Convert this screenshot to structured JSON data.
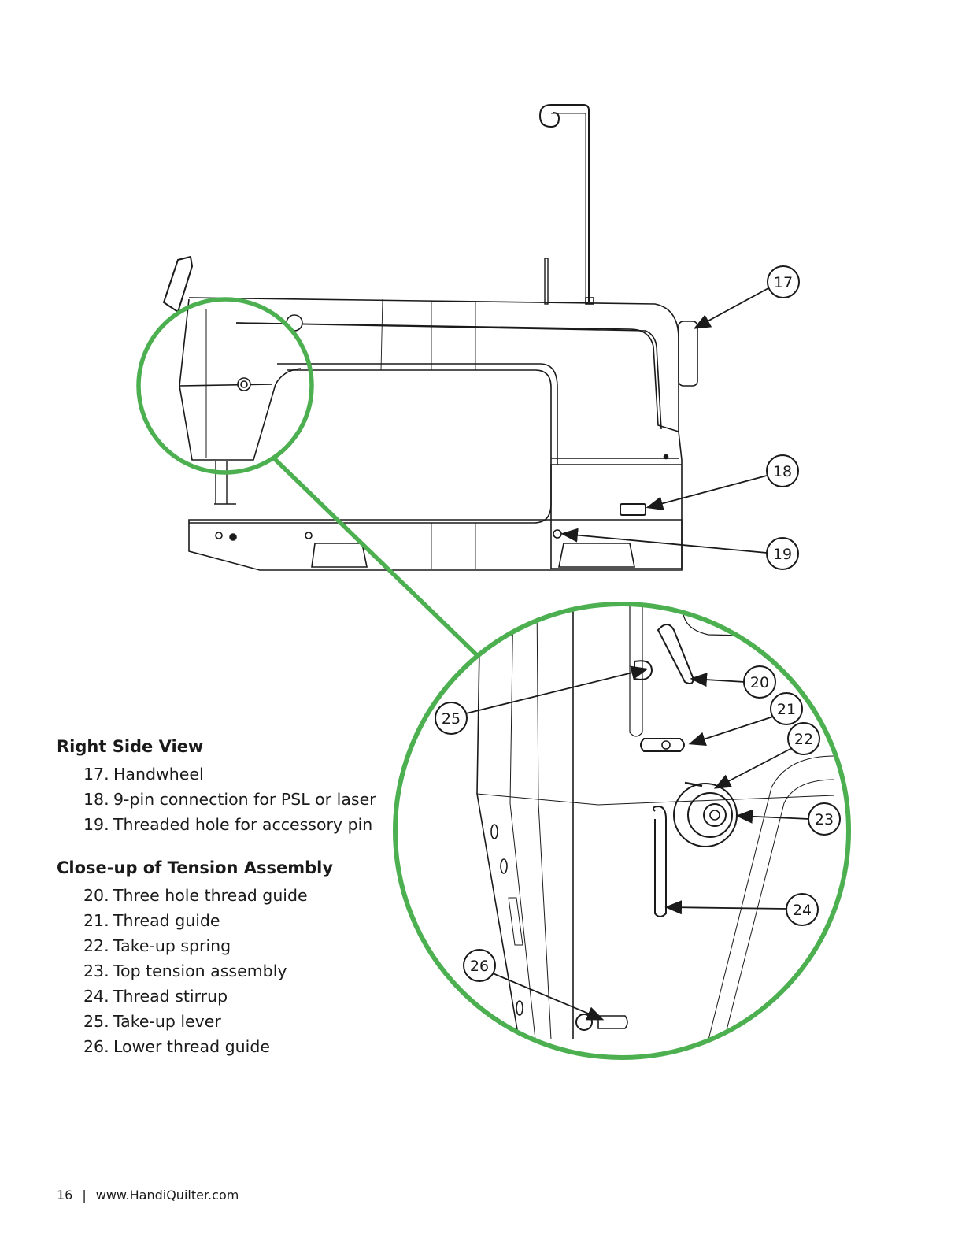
{
  "callouts": {
    "c17": "17",
    "c18": "18",
    "c19": "19",
    "c20": "20",
    "c21": "21",
    "c22": "22",
    "c23": "23",
    "c24": "24",
    "c25": "25",
    "c26": "26"
  },
  "legend": {
    "right_side": {
      "heading": "Right Side View",
      "items": [
        {
          "num": "17.",
          "label": "Handwheel"
        },
        {
          "num": "18.",
          "label": "9-pin connection for PSL or laser"
        },
        {
          "num": "19.",
          "label": "Threaded hole for accessory pin"
        }
      ]
    },
    "closeup": {
      "heading": "Close-up of Tension Assembly",
      "items": [
        {
          "num": "20.",
          "label": "Three hole thread guide"
        },
        {
          "num": "21.",
          "label": "Thread guide"
        },
        {
          "num": "22.",
          "label": "Take-up spring"
        },
        {
          "num": "23.",
          "label": "Top tension assembly"
        },
        {
          "num": "24.",
          "label": "Thread stirrup"
        },
        {
          "num": "25.",
          "label": "Take-up lever"
        },
        {
          "num": "26.",
          "label": "Lower thread guide"
        }
      ]
    }
  },
  "footer": {
    "page": "16",
    "separator": "|",
    "url": "www.HandiQuilter.com"
  },
  "colors": {
    "highlight": "#4caf50",
    "line": "#1a1a1a"
  }
}
